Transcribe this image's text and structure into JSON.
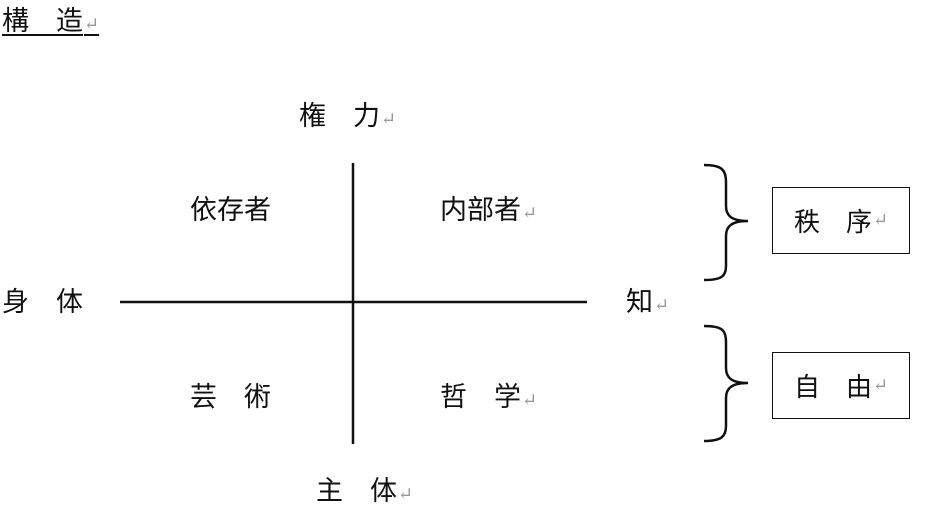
{
  "title": "構　造",
  "return_mark": "↵",
  "axes": {
    "top": "権　力",
    "bottom": "主　体",
    "left": "身　体",
    "right": "知"
  },
  "quadrants": {
    "top_left": "依存者",
    "top_right": "内部者",
    "bottom_left": "芸　術",
    "bottom_right": "哲　学"
  },
  "groups": {
    "upper": "秩　序",
    "lower": "自　由"
  },
  "colors": {
    "ink": "#111111",
    "paragraph_mark": "#9a9a9a"
  }
}
